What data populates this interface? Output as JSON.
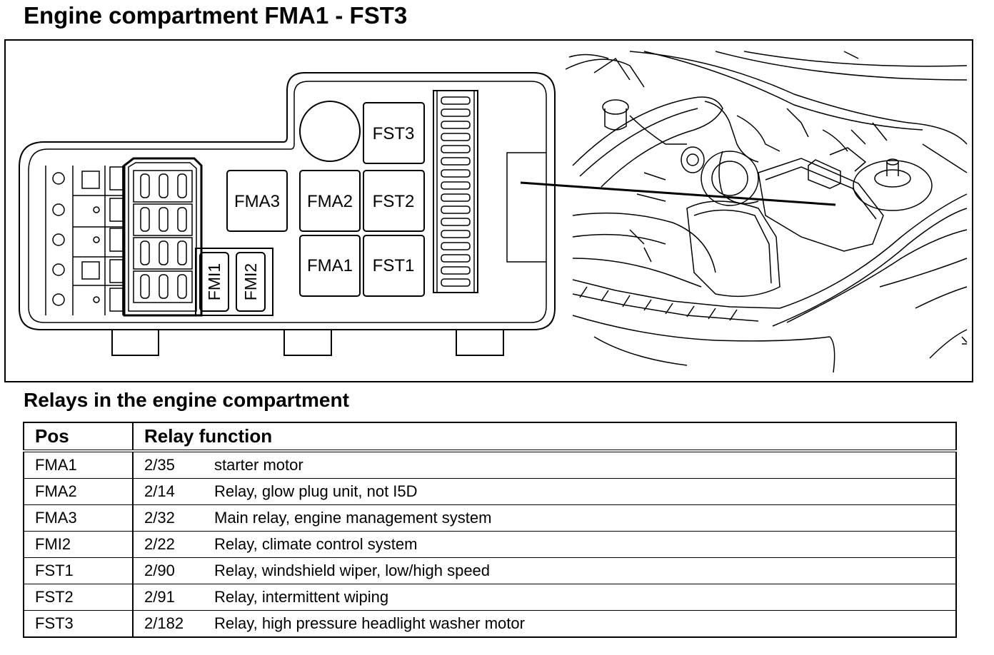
{
  "title": "Engine compartment FMA1 - FST3",
  "fuse_box": {
    "relays": {
      "fst3": "FST3",
      "fma3": "FMA3",
      "fma2": "FMA2",
      "fst2": "FST2",
      "fma1": "FMA1",
      "fst1": "FST1",
      "fmi1": "FMI1",
      "fmi2": "FMI2"
    }
  },
  "table_title": "Relays in the engine compartment",
  "table": {
    "headers": {
      "pos": "Pos",
      "function": "Relay function"
    },
    "rows": [
      {
        "pos": "FMA1",
        "code": "2/35",
        "function": "starter motor"
      },
      {
        "pos": "FMA2",
        "code": "2/14",
        "function": "Relay, glow plug unit, not I5D"
      },
      {
        "pos": "FMA3",
        "code": "2/32",
        "function": "Main relay, engine management system"
      },
      {
        "pos": "FMI2",
        "code": "2/22",
        "function": "Relay, climate control system"
      },
      {
        "pos": "FST1",
        "code": "2/90",
        "function": "Relay, windshield wiper, low/high speed"
      },
      {
        "pos": "FST2",
        "code": "2/91",
        "function": "Relay, intermittent wiping"
      },
      {
        "pos": "FST3",
        "code": "2/182",
        "function": "Relay, high pressure headlight washer motor"
      }
    ]
  }
}
